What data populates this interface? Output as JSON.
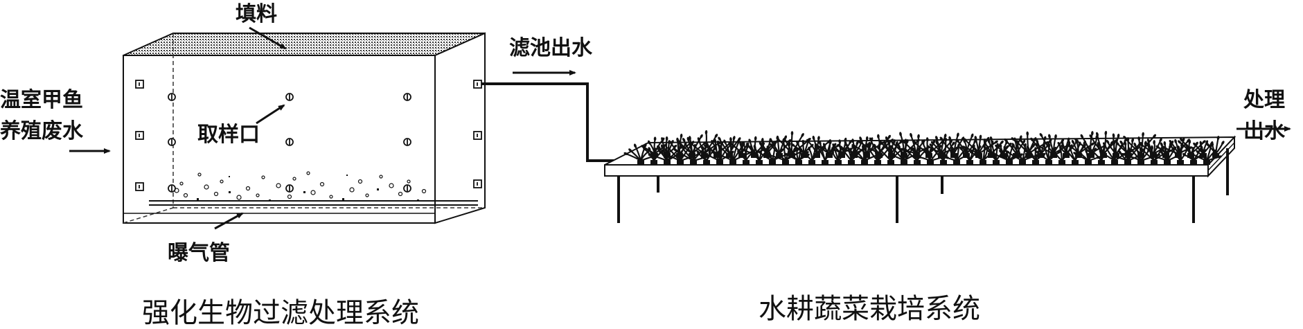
{
  "labels": {
    "filler": "填料",
    "inflow_line1": "温室甲鱼",
    "inflow_line2": "养殖废水",
    "sampling_port": "取样口",
    "aeration_pipe": "曝气管",
    "filter_outflow": "滤池出水",
    "treated_line1": "处理",
    "treated_line2": "出水"
  },
  "captions": {
    "left_system": "强化生物过滤处理系统",
    "right_system": "水耕蔬菜栽培系统"
  },
  "colors": {
    "ink": "#111111",
    "filler_texture": "#444444",
    "background": "#ffffff"
  }
}
